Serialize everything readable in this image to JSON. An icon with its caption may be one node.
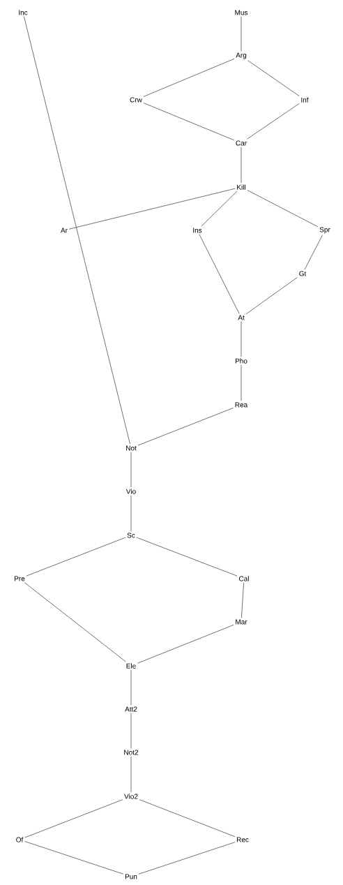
{
  "diagram": {
    "nodes": [
      {
        "text": [
          "Inc"
        ]
      },
      {
        "text": [
          "Mus"
        ]
      },
      {
        "text": [
          "Arg"
        ]
      },
      {
        "text": [
          "Crw"
        ]
      },
      {
        "text": [
          "Inf"
        ]
      },
      {
        "text": [
          "Car"
        ]
      },
      {
        "text": [
          "Kill"
        ]
      },
      {
        "text": [
          "Ar"
        ]
      },
      {
        "text": [
          "Ins"
        ]
      },
      {
        "text": [
          "Spr"
        ]
      },
      {
        "text": [
          "Gt"
        ]
      },
      {
        "text": [
          "At"
        ]
      },
      {
        "text": [
          "Pho"
        ]
      },
      {
        "text": [
          "Rea"
        ]
      },
      {
        "text": [
          "Not"
        ]
      },
      {
        "text": [
          "Vio"
        ]
      },
      {
        "text": [
          "Sc"
        ]
      },
      {
        "text": [
          "Pre"
        ]
      },
      {
        "text": [
          "Cal"
        ]
      },
      {
        "text": [
          "Mar"
        ]
      },
      {
        "text": [
          "Ele"
        ]
      },
      {
        "text": [
          "Att2"
        ]
      },
      {
        "text": [
          "Not2"
        ]
      },
      {
        "text": [
          "Vio2"
        ]
      },
      {
        "text": [
          "Of"
        ]
      },
      {
        "text": [
          "Rec"
        ]
      },
      {
        "text": [
          "Pun"
        ]
      }
    ],
    "edges": [
      {
        "from": 0,
        "to": 14,
        "arrow": "none"
      },
      {
        "from": 1,
        "to": 2,
        "arrow": "none"
      },
      {
        "from": 2,
        "to": 3,
        "arrow": "none"
      },
      {
        "from": 2,
        "to": 4,
        "arrow": "none"
      },
      {
        "from": 3,
        "to": 5,
        "arrow": "none"
      },
      {
        "from": 4,
        "to": 5,
        "arrow": "none"
      },
      {
        "from": 5,
        "to": 6,
        "arrow": "none"
      },
      {
        "from": 6,
        "to": 7,
        "arrow": "none"
      },
      {
        "from": 6,
        "to": 8,
        "arrow": "none"
      },
      {
        "from": 6,
        "to": 9,
        "arrow": "none"
      },
      {
        "from": 9,
        "to": 10,
        "arrow": "none"
      },
      {
        "from": 8,
        "to": 11,
        "arrow": "none"
      },
      {
        "from": 10,
        "to": 11,
        "arrow": "none"
      },
      {
        "from": 11,
        "to": 12,
        "arrow": "none"
      },
      {
        "from": 12,
        "to": 13,
        "arrow": "none"
      },
      {
        "from": 13,
        "to": 14,
        "arrow": "none"
      },
      {
        "from": 14,
        "to": 15,
        "arrow": "none"
      },
      {
        "from": 15,
        "to": 16,
        "arrow": "none"
      },
      {
        "from": 16,
        "to": 17,
        "arrow": "none"
      },
      {
        "from": 16,
        "to": 18,
        "arrow": "none"
      },
      {
        "from": 18,
        "to": 19,
        "arrow": "none"
      },
      {
        "from": 17,
        "to": 20,
        "arrow": "none"
      },
      {
        "from": 19,
        "to": 20,
        "arrow": "none"
      },
      {
        "from": 20,
        "to": 21,
        "arrow": "none"
      },
      {
        "from": 21,
        "to": 22,
        "arrow": "none"
      },
      {
        "from": 22,
        "to": 23,
        "arrow": "none"
      },
      {
        "from": 23,
        "to": 24,
        "arrow": "none"
      },
      {
        "from": 23,
        "to": 25,
        "arrow": "none"
      },
      {
        "from": 24,
        "to": 26,
        "arrow": "none"
      },
      {
        "from": 25,
        "to": 26,
        "arrow": "none"
      }
    ]
  }
}
